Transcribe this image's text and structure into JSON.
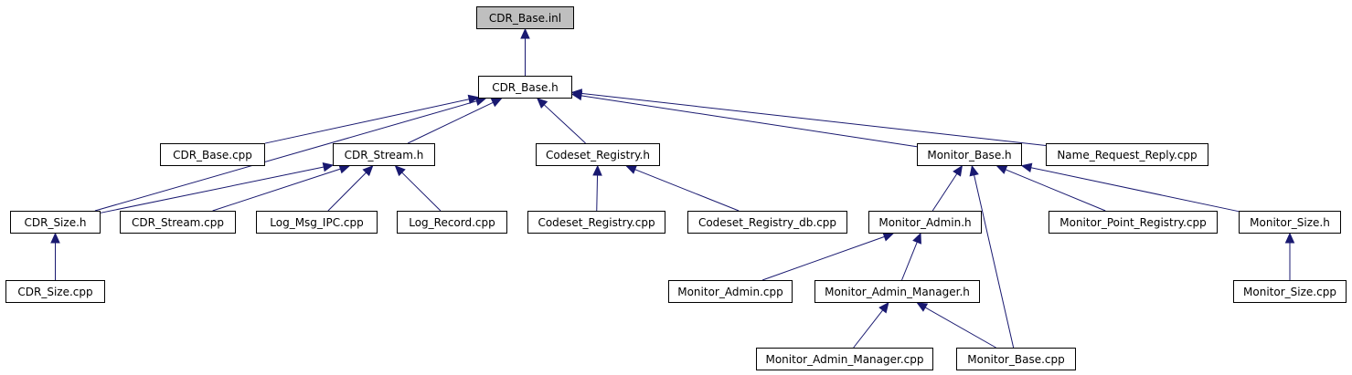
{
  "colors": {
    "edge": "#191970",
    "root_fill": "#bfbfbf",
    "node_fill": "#ffffff",
    "border": "#000000"
  },
  "nodes": {
    "cdr_base_inl": "CDR_Base.inl",
    "cdr_base_h": "CDR_Base.h",
    "cdr_base_cpp": "CDR_Base.cpp",
    "cdr_stream_h": "CDR_Stream.h",
    "codeset_registry_h": "Codeset_Registry.h",
    "monitor_base_h": "Monitor_Base.h",
    "name_request_reply_cpp": "Name_Request_Reply.cpp",
    "cdr_size_h": "CDR_Size.h",
    "cdr_stream_cpp": "CDR_Stream.cpp",
    "log_msg_ipc_cpp": "Log_Msg_IPC.cpp",
    "log_record_cpp": "Log_Record.cpp",
    "codeset_registry_cpp": "Codeset_Registry.cpp",
    "codeset_registry_db_cpp": "Codeset_Registry_db.cpp",
    "monitor_admin_h": "Monitor_Admin.h",
    "monitor_point_registry_cpp": "Monitor_Point_Registry.cpp",
    "monitor_size_h": "Monitor_Size.h",
    "cdr_size_cpp": "CDR_Size.cpp",
    "monitor_admin_cpp": "Monitor_Admin.cpp",
    "monitor_admin_manager_h": "Monitor_Admin_Manager.h",
    "monitor_size_cpp": "Monitor_Size.cpp",
    "monitor_admin_manager_cpp": "Monitor_Admin_Manager.cpp",
    "monitor_base_cpp": "Monitor_Base.cpp"
  },
  "edges": [
    {
      "from": "cdr_base_h",
      "to": "cdr_base_inl"
    },
    {
      "from": "cdr_base_cpp",
      "to": "cdr_base_h"
    },
    {
      "from": "cdr_stream_h",
      "to": "cdr_base_h"
    },
    {
      "from": "codeset_registry_h",
      "to": "cdr_base_h"
    },
    {
      "from": "monitor_base_h",
      "to": "cdr_base_h"
    },
    {
      "from": "name_request_reply_cpp",
      "to": "cdr_base_h"
    },
    {
      "from": "cdr_size_h",
      "to": "cdr_base_h"
    },
    {
      "from": "cdr_size_h",
      "to": "cdr_stream_h"
    },
    {
      "from": "cdr_stream_cpp",
      "to": "cdr_stream_h"
    },
    {
      "from": "log_msg_ipc_cpp",
      "to": "cdr_stream_h"
    },
    {
      "from": "log_record_cpp",
      "to": "cdr_stream_h"
    },
    {
      "from": "codeset_registry_cpp",
      "to": "codeset_registry_h"
    },
    {
      "from": "codeset_registry_db_cpp",
      "to": "codeset_registry_h"
    },
    {
      "from": "monitor_admin_h",
      "to": "monitor_base_h"
    },
    {
      "from": "monitor_point_registry_cpp",
      "to": "monitor_base_h"
    },
    {
      "from": "monitor_size_h",
      "to": "monitor_base_h"
    },
    {
      "from": "monitor_base_cpp",
      "to": "monitor_base_h"
    },
    {
      "from": "cdr_size_cpp",
      "to": "cdr_size_h"
    },
    {
      "from": "monitor_admin_cpp",
      "to": "monitor_admin_h"
    },
    {
      "from": "monitor_admin_manager_h",
      "to": "monitor_admin_h"
    },
    {
      "from": "monitor_admin_manager_cpp",
      "to": "monitor_admin_manager_h"
    },
    {
      "from": "monitor_base_cpp",
      "to": "monitor_admin_manager_h"
    },
    {
      "from": "monitor_size_cpp",
      "to": "monitor_size_h"
    }
  ]
}
